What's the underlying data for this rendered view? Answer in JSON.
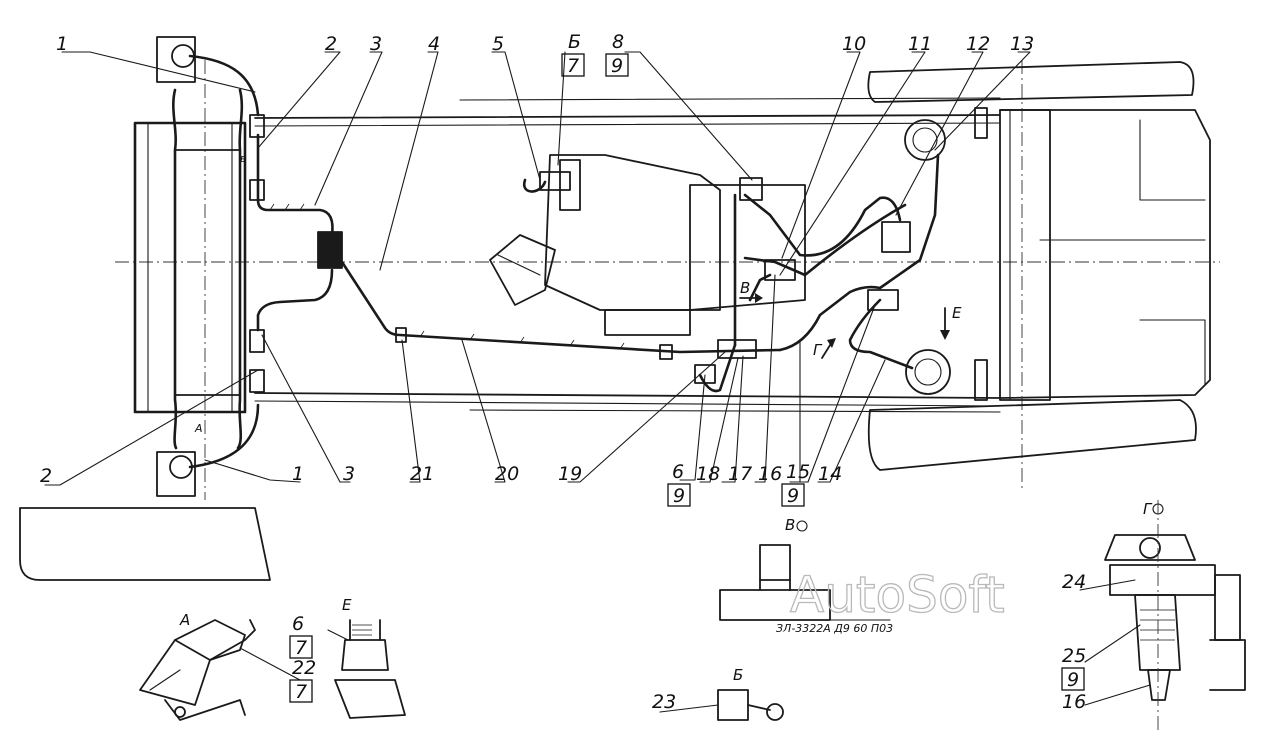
{
  "watermark": "AutoSoft",
  "callouts": {
    "n1a": "1",
    "n2a": "2",
    "n3a": "3",
    "n4": "4",
    "n5": "5",
    "b_top": "Б",
    "b_top_box": "7",
    "n8": "8",
    "n8_box": "9",
    "n10": "10",
    "n11": "11",
    "n12": "12",
    "n13": "13",
    "n2b": "2",
    "n1b": "1",
    "n3b": "3",
    "n21": "21",
    "n20": "20",
    "n19": "19",
    "n6": "6",
    "n6_box": "9",
    "n18": "18",
    "n17": "17",
    "n16": "16",
    "n15": "15",
    "n15_box": "9",
    "n14": "14",
    "dir_e": "Е",
    "dir_g": "Г",
    "dir_v": "В",
    "small_v": "в",
    "small_a": "А"
  },
  "views": {
    "a": {
      "title": "А",
      "n22": "22",
      "n22_box": "7"
    },
    "e": {
      "title": "Е",
      "n6": "6",
      "n6_box": "7"
    },
    "v": {
      "title": "В",
      "part_code": "ЗЛ-3322А Д9 60 П03"
    },
    "b": {
      "title": "Б",
      "n23": "23"
    },
    "g": {
      "title": "Г",
      "n24": "24",
      "n25": "25",
      "n25_box": "9",
      "n16": "16"
    }
  }
}
